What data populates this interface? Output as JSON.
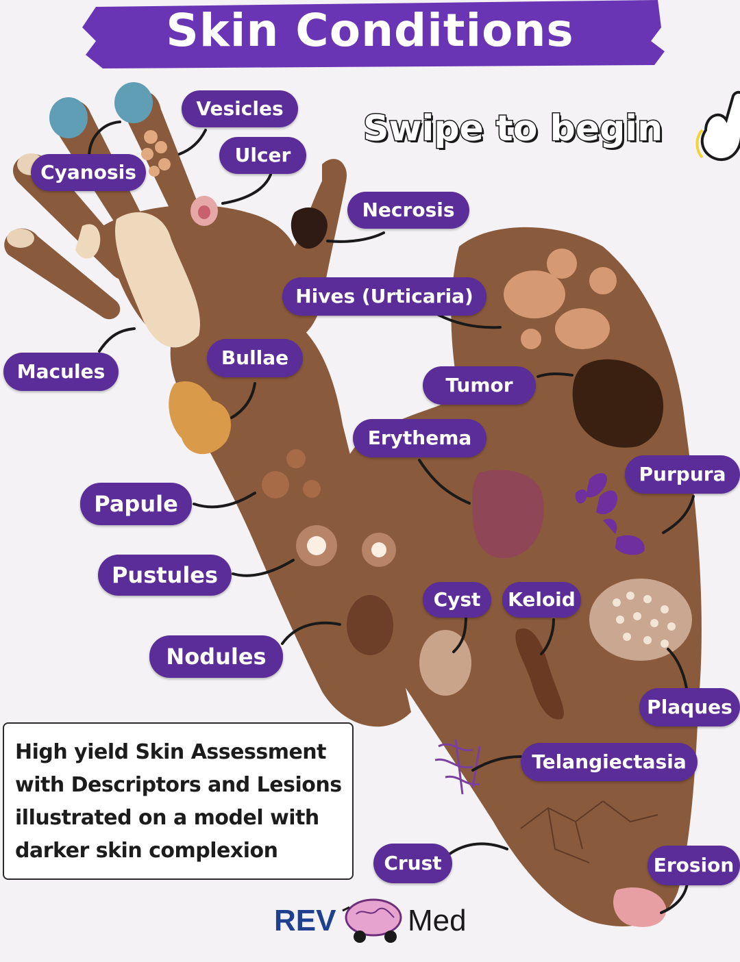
{
  "title": "Skin Conditions",
  "cta": "Swipe to begin",
  "labels": {
    "vesicles": "Vesicles",
    "cyanosis": "Cyanosis",
    "ulcer": "Ulcer",
    "necrosis": "Necrosis",
    "hives": "Hives (Urticaria)",
    "macules": "Macules",
    "bullae": "Bullae",
    "tumor": "Tumor",
    "erythema": "Erythema",
    "purpura": "Purpura",
    "papule": "Papule",
    "pustules": "Pustules",
    "cyst": "Cyst",
    "keloid": "Keloid",
    "nodules": "Nodules",
    "plaques": "Plaques",
    "telangiectasia": "Telangiectasia",
    "crust": "Crust",
    "erosion": "Erosion"
  },
  "note": {
    "line1": "High yield Skin Assessment",
    "line2": "with Descriptors and Lesions",
    "line3": "illustrated on a model with",
    "line4": "darker skin complexion"
  },
  "brand": {
    "left": "REV",
    "right": "Med"
  },
  "colors": {
    "accent": "#5b2d99",
    "skin": "#8a5a3c",
    "brand_blue": "#1f3f8f"
  },
  "icons": {
    "swipe": "hand-swipe-icon",
    "brand": "brain-car-logo-icon"
  }
}
